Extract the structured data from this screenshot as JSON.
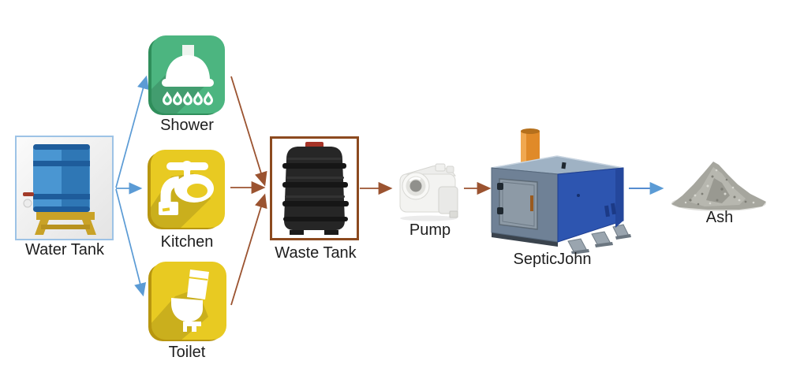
{
  "diagram": {
    "nodes": {
      "water_tank": {
        "label": "Water Tank"
      },
      "shower": {
        "label": "Shower"
      },
      "kitchen": {
        "label": "Kitchen"
      },
      "toilet": {
        "label": "Toilet"
      },
      "waste_tank": {
        "label": "Waste Tank"
      },
      "pump": {
        "label": "Pump"
      },
      "septicjohn": {
        "label": "SepticJohn"
      },
      "ash": {
        "label": "Ash"
      }
    },
    "flows": [
      {
        "from": "Water Tank",
        "to": "Shower",
        "type": "supply"
      },
      {
        "from": "Water Tank",
        "to": "Kitchen",
        "type": "supply"
      },
      {
        "from": "Water Tank",
        "to": "Toilet",
        "type": "supply"
      },
      {
        "from": "Shower",
        "to": "Waste Tank",
        "type": "waste"
      },
      {
        "from": "Kitchen",
        "to": "Waste Tank",
        "type": "waste"
      },
      {
        "from": "Toilet",
        "to": "Waste Tank",
        "type": "waste"
      },
      {
        "from": "Waste Tank",
        "to": "Pump",
        "type": "waste"
      },
      {
        "from": "Pump",
        "to": "SepticJohn",
        "type": "waste"
      },
      {
        "from": "SepticJohn",
        "to": "Ash",
        "type": "output"
      }
    ],
    "colors": {
      "supply_arrow": "#5b9bd5",
      "waste_arrow": "#9b5330",
      "output_arrow": "#3d7cc9",
      "shower_tile_green": "#4cb580",
      "fixture_tile_yellow": "#e8ca22",
      "water_tank_blue": "#4a96d2",
      "water_tank_border": "#9dc3e6",
      "waste_tank_body": "#262626",
      "waste_tank_border": "#8c4a1f",
      "septicjohn_panel_blue": "#2d55b0",
      "chimney_orange": "#e08a28",
      "ash_gray": "#a6a69e"
    }
  }
}
